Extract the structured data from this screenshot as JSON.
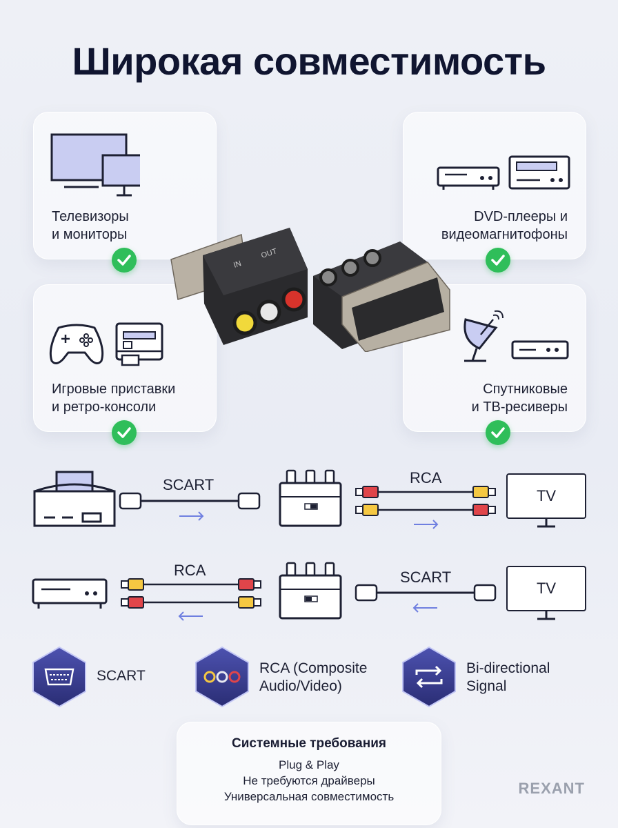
{
  "title": "Широкая совместимость",
  "cards": [
    {
      "line1": "Телевизоры",
      "line2": "и мониторы",
      "icon": "tv-monitor-icon"
    },
    {
      "line1": "DVD-плееры и",
      "line2": "видеомагнитофоны",
      "icon": "dvd-vcr-icon"
    },
    {
      "line1": "Игровые приставки",
      "line2": "и ретро-консоли",
      "icon": "gamepad-console-icon"
    },
    {
      "line1": "Спутниковые",
      "line2": "и ТВ-ресиверы",
      "icon": "satellite-receiver-icon"
    }
  ],
  "adapter": {
    "switch_in": "IN",
    "switch_out": "OUT"
  },
  "flow1": {
    "cable1": "SCART",
    "cable2": "RCA",
    "target": "TV"
  },
  "flow2": {
    "cable1": "RCA",
    "cable2": "SCART",
    "target": "TV"
  },
  "features": [
    {
      "label": "SCART",
      "icon": "scart-icon"
    },
    {
      "line1": "RCA (Composite",
      "line2": "Audio/Video)",
      "icon": "rca-icon"
    },
    {
      "line1": "Bi-directional",
      "line2": "Signal",
      "icon": "bidirectional-icon"
    }
  ],
  "requirements": {
    "title": "Системные требования",
    "items": [
      "Plug & Play",
      "Не требуются драйверы",
      "Универсальная совместимость"
    ]
  },
  "brand": "REXANT",
  "colors": {
    "check": "#2fbe5a",
    "hex": "#3a3f8f",
    "arrow": "#6f7fe0",
    "rca_red": "#e0454a",
    "rca_yellow": "#f5c842"
  }
}
